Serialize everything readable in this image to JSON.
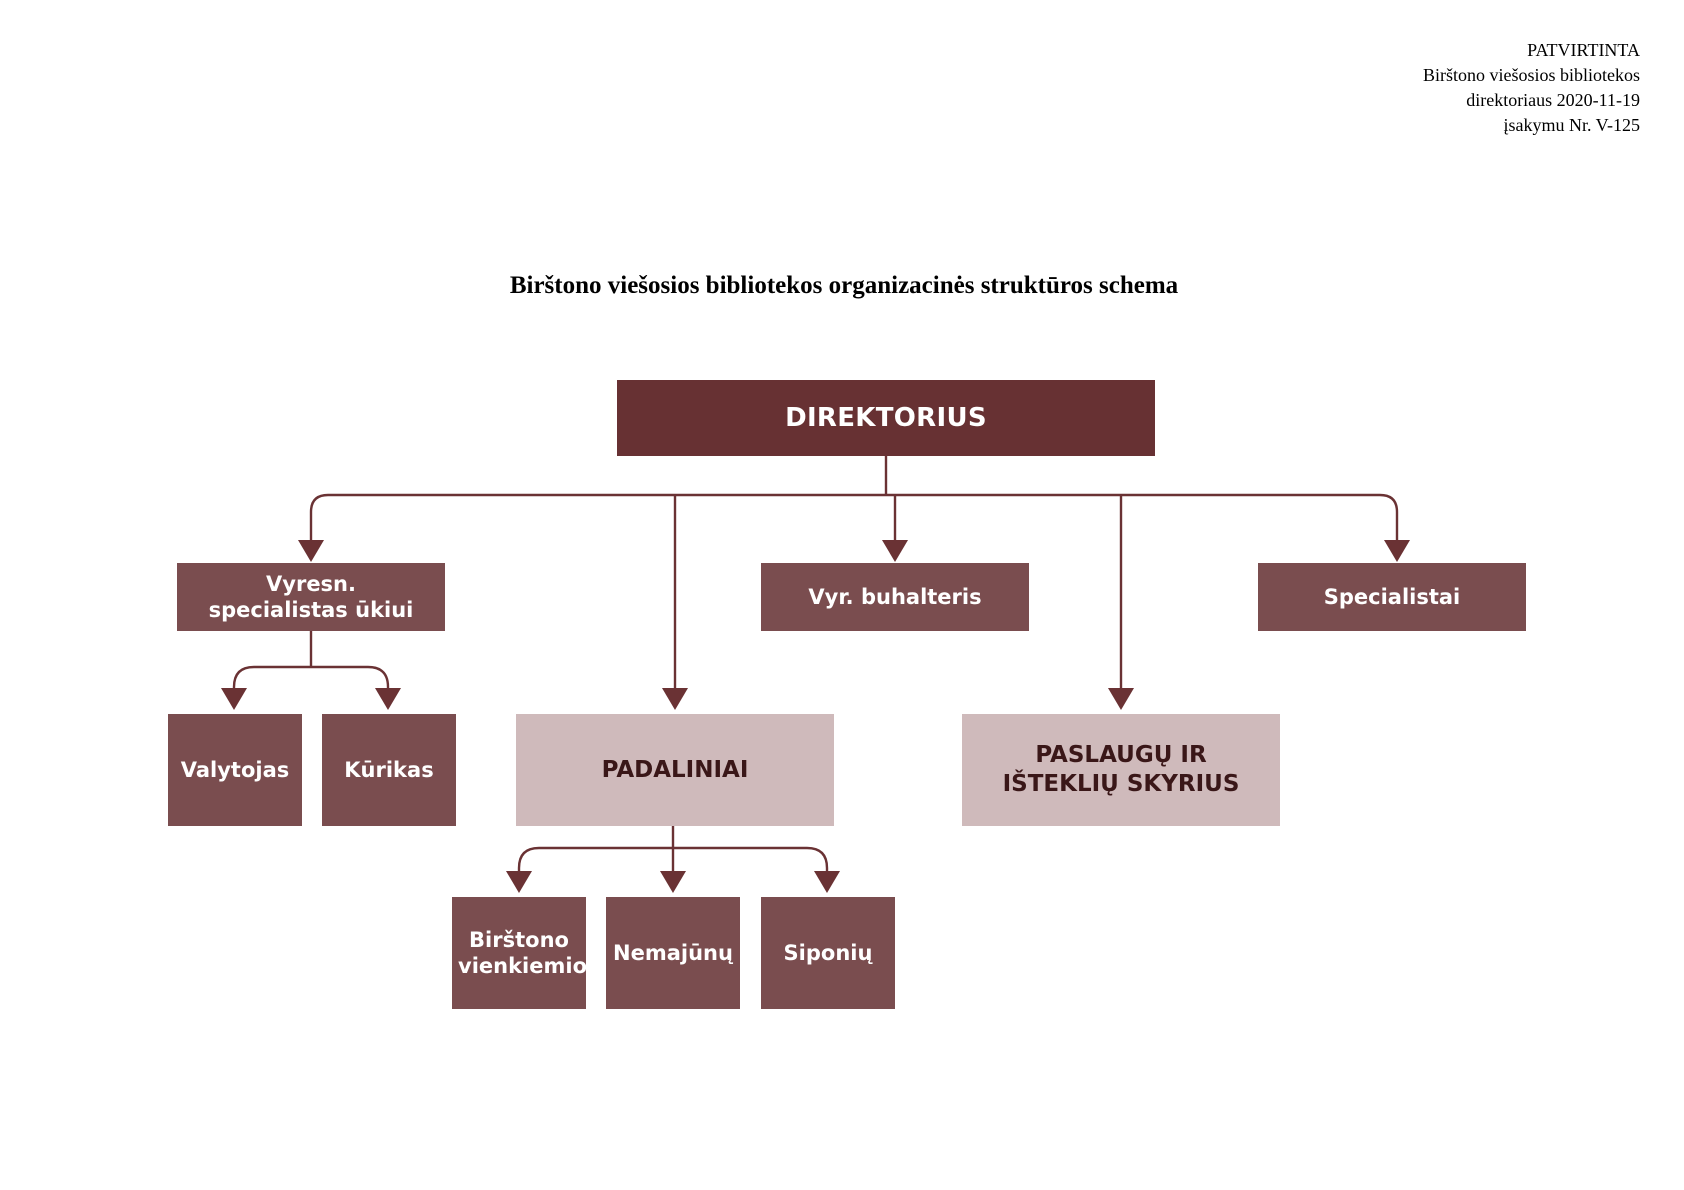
{
  "approval": {
    "line1": "PATVIRTINTA",
    "line2": "Birštono viešosios bibliotekos",
    "line3": "direktoriaus 2020-11-19",
    "line4": "įsakymu Nr. V-125"
  },
  "title": "Birštono viešosios bibliotekos organizacinės struktūros schema",
  "colors": {
    "director": "#673133",
    "unit": "#7a4d4f",
    "department": "#cfbabb",
    "connector": "#6a3234"
  },
  "org_chart": {
    "director": "DIREKTORIUS",
    "facilities_specialist": "Vyresn. specialistas ūkiui",
    "cleaner": "Valytojas",
    "stoker": "Kūrikas",
    "chief_accountant": "Vyr. buhalteris",
    "specialists": "Specialistai",
    "branches": "PADALINIAI",
    "branch_birstono": "Birštono vienkiemio",
    "branch_nemajunu": "Nemajūnų",
    "branch_siponiu": "Siponių",
    "services_department": "PASLAUGŲ IR IŠTEKLIŲ SKYRIUS"
  }
}
